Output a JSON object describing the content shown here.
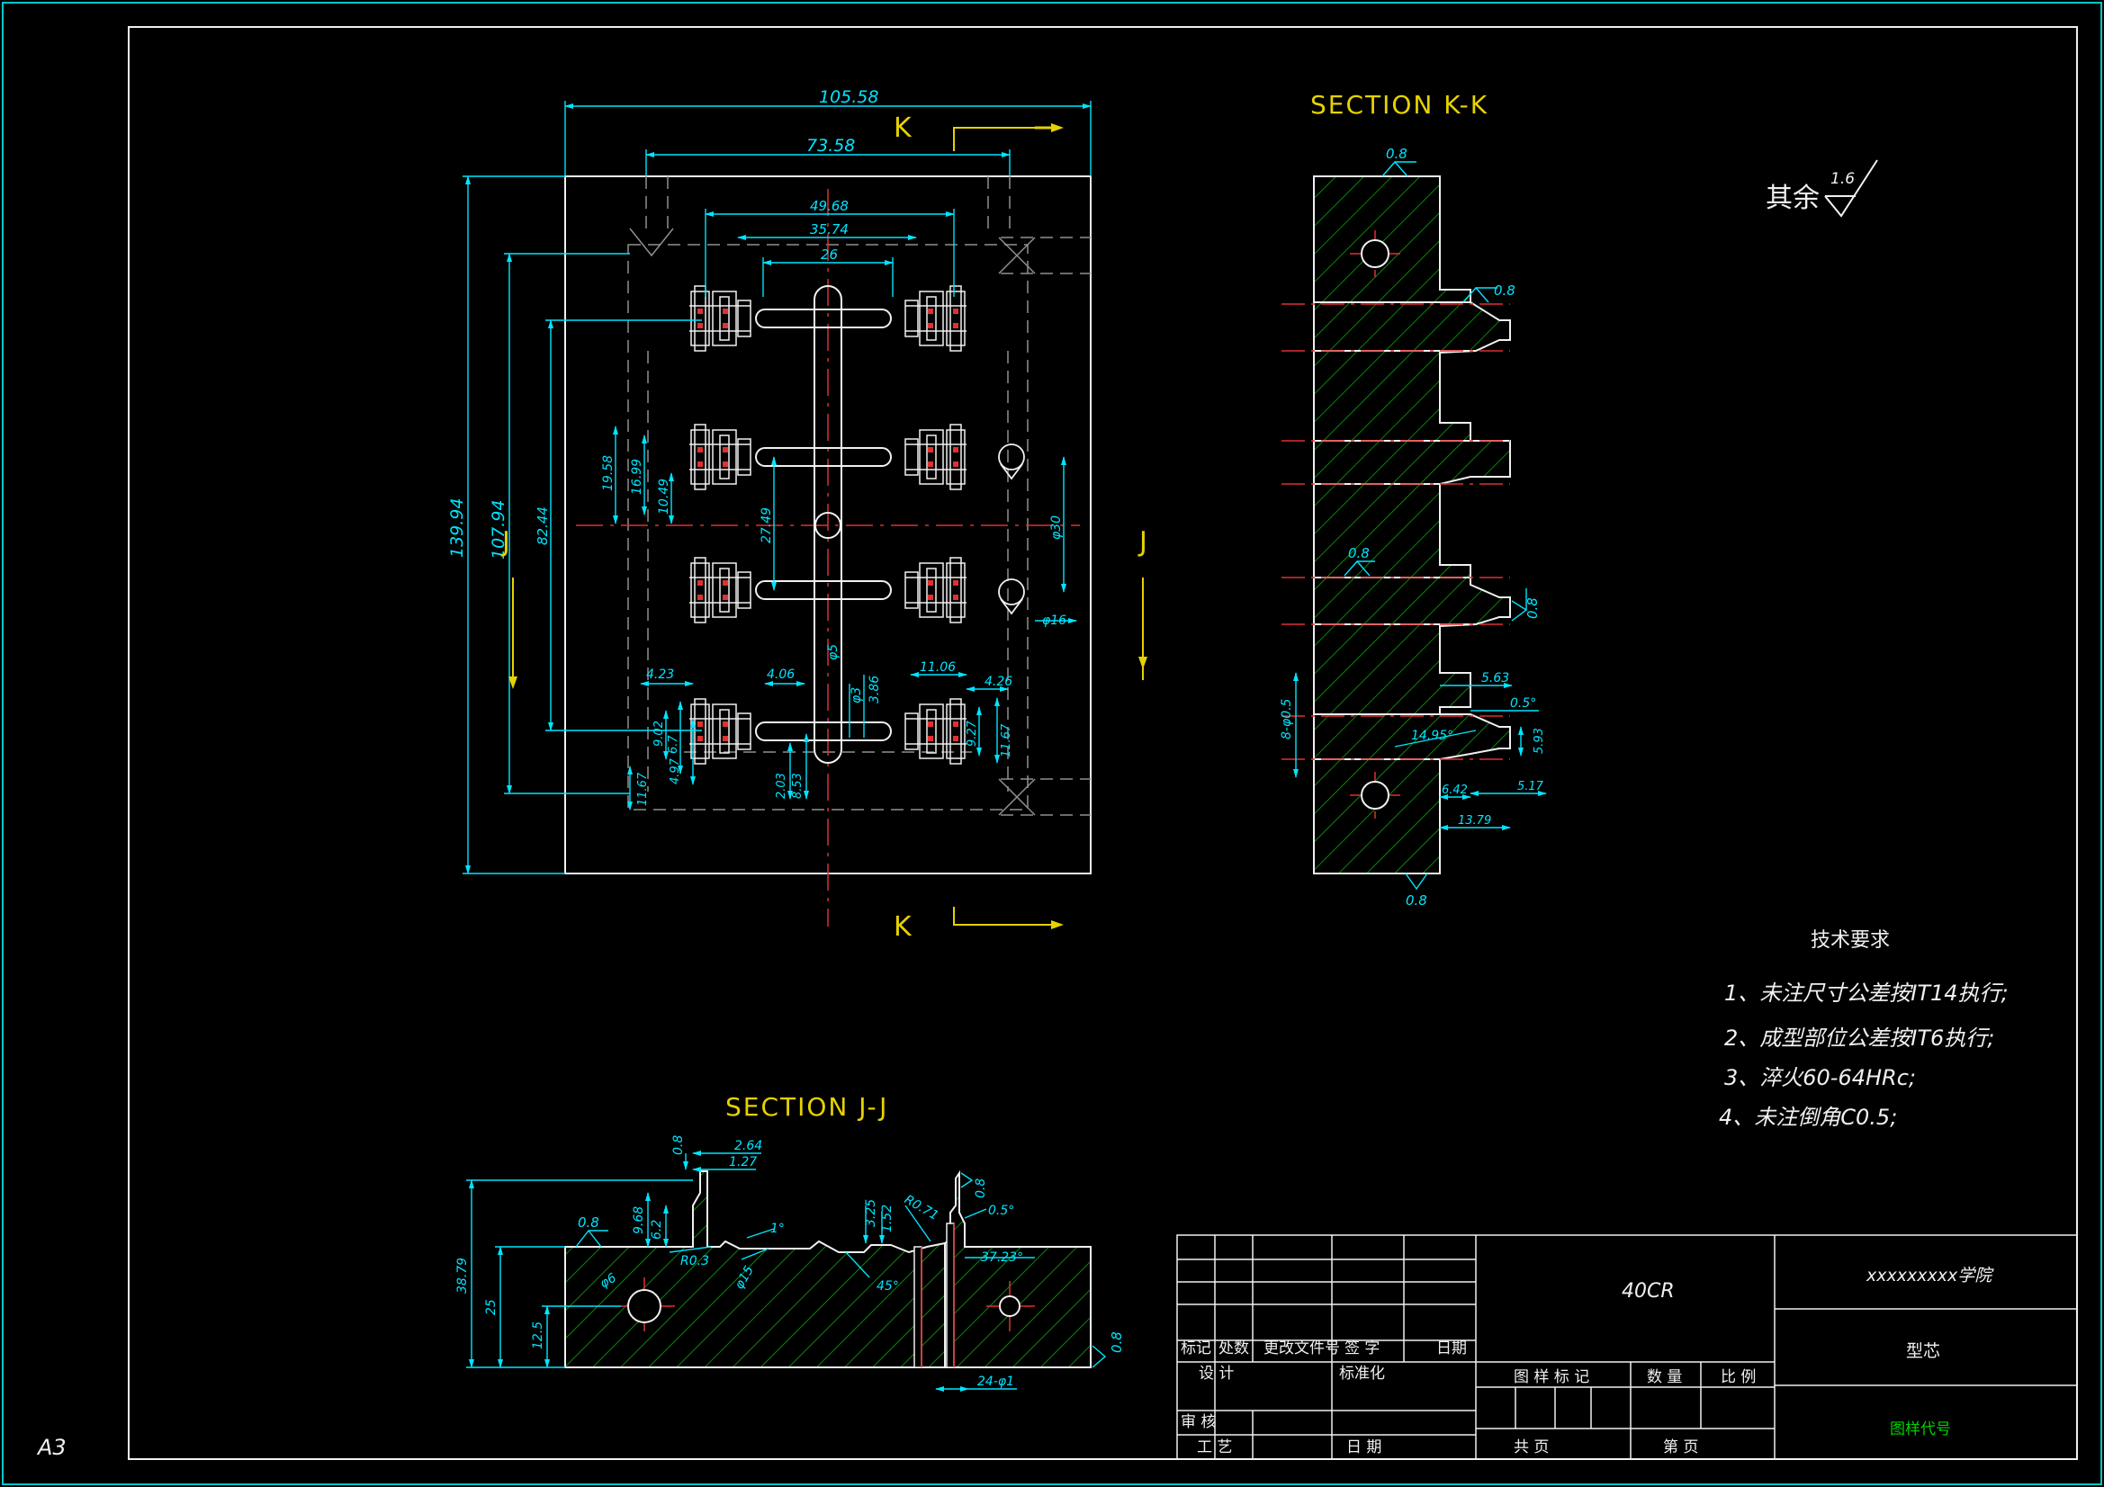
{
  "sheet": {
    "size_label": "A3",
    "roughness_rest_label": "其余",
    "roughness_rest_value": "1.6"
  },
  "plan_view": {
    "width_overall": "105.58",
    "width_inner": "73.58",
    "dim_49_68": "49.68",
    "dim_35_74": "35.74",
    "dim_26": "26",
    "height_overall": "139.94",
    "height_inner": "107.94",
    "height_82": "82.44",
    "dim_19_58": "19.58",
    "dim_16_99": "16.99",
    "dim_10_49": "10.49",
    "dim_27_49": "27.49",
    "dim_phi30": "φ30",
    "dim_phi16": "φ16",
    "dim_phi5": "φ5",
    "dim_phi3": "φ3",
    "dim_3_86": "3.86",
    "dim_4_23": "4.23",
    "dim_4_06": "4.06",
    "dim_11_06": "11.06",
    "dim_4_26": "4.26",
    "dim_9_02": "9.02",
    "dim_6_7": "6.7",
    "dim_4_97": "4.97",
    "dim_11_67_l": "11.67",
    "dim_2_03": "2.03",
    "dim_8_53": "8.53",
    "dim_9_27": "9.27",
    "dim_11_67_r": "11.67",
    "cut_k": "K",
    "cut_j": "J"
  },
  "section_kk": {
    "title": "SECTION K-K",
    "ra_top": "0.8",
    "ra_1": "0.8",
    "ra_2": "0.8",
    "ra_3": "0.8",
    "ra_bottom": "0.8",
    "dim_5_63": "5.63",
    "dim_0_5deg": "0.5°",
    "dim_8phi0_5": "8-φ0.5",
    "dim_14_95": "14.95°",
    "dim_5_93": "5.93",
    "dim_6_42": "6.42",
    "dim_5_17": "5.17",
    "dim_13_79": "13.79"
  },
  "section_jj": {
    "title": "SECTION J-J",
    "dim_0_8": "0.8",
    "dim_2_64": "2.64",
    "dim_1_27": "1.27",
    "ra_left": "0.8",
    "dim_9_68": "9.68",
    "dim_6_2": "6.2",
    "dim_r0_3": "R0.3",
    "dim_1deg": "1°",
    "dim_3_25": "3.25",
    "dim_1_52": "1.52",
    "dim_r0_71": "R0.71",
    "ra_top_right": "0.8",
    "dim_0_5deg": "0.5°",
    "dim_37_23": "37.23°",
    "dim_phi6": "φ6",
    "dim_phi15": "φ15",
    "dim_45deg": "45°",
    "dim_38_79": "38.79",
    "dim_25": "25",
    "dim_12_5": "12.5",
    "ra_right": "0.8",
    "dim_24phi1": "24-φ1"
  },
  "tech_requirements": {
    "heading": "技术要求",
    "items": [
      "1、未注尺寸公差按IT14执行;",
      "2、成型部位公差按IT6执行;",
      "3、淬火60-64HRc;",
      "4、未注倒角C0.5;"
    ]
  },
  "title_block": {
    "material": "40CR",
    "school": "xxxxxxxxx学院",
    "part_name": "型芯",
    "drawing_code": "图样代号",
    "col_mark": "标记",
    "col_count": "处数",
    "col_change_doc": "更改文件号",
    "col_sign": "签 字",
    "col_date": "日期",
    "row_design": "设 计",
    "row_standard": "标准化",
    "row_review": "审 核",
    "row_process": "工 艺",
    "row_date2": "日 期",
    "col_drawing_mark": "图 样 标 记",
    "col_quantity": "数 量",
    "col_scale": "比 例",
    "total_pages": "共     页",
    "page_no": "第     页"
  }
}
